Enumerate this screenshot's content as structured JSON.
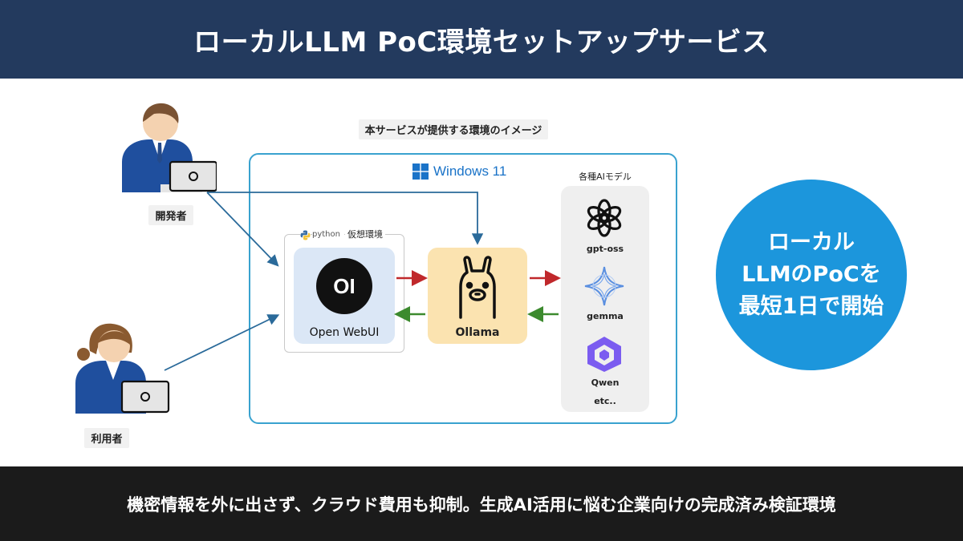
{
  "header": {
    "title": "ローカルLLM PoC環境セットアップサービス"
  },
  "diagram": {
    "caption": "本サービスが提供する環境のイメージ",
    "windows_label": "Windows 11",
    "venv_python": "python",
    "venv_label": "仮想環境",
    "openwebui_label": "Open WebUI",
    "openwebui_logo": "OI",
    "ollama_label": "Ollama",
    "models_title": "各種AIモデル",
    "models": [
      "gpt-oss",
      "gemma",
      "Qwen",
      "etc.."
    ],
    "people": {
      "developer": "開発者",
      "user": "利用者"
    },
    "arrow_colors": {
      "request": "#c0282b",
      "response": "#3c8a2e",
      "access": "#2a6a9a"
    }
  },
  "callout": {
    "lines": [
      "ローカル",
      "LLMのPoCを",
      "最短1日で開始"
    ]
  },
  "footer": {
    "text": "機密情報を外に出さず、クラウド費用も抑制。生成AI活用に悩む企業向けの完成済み検証環境"
  }
}
